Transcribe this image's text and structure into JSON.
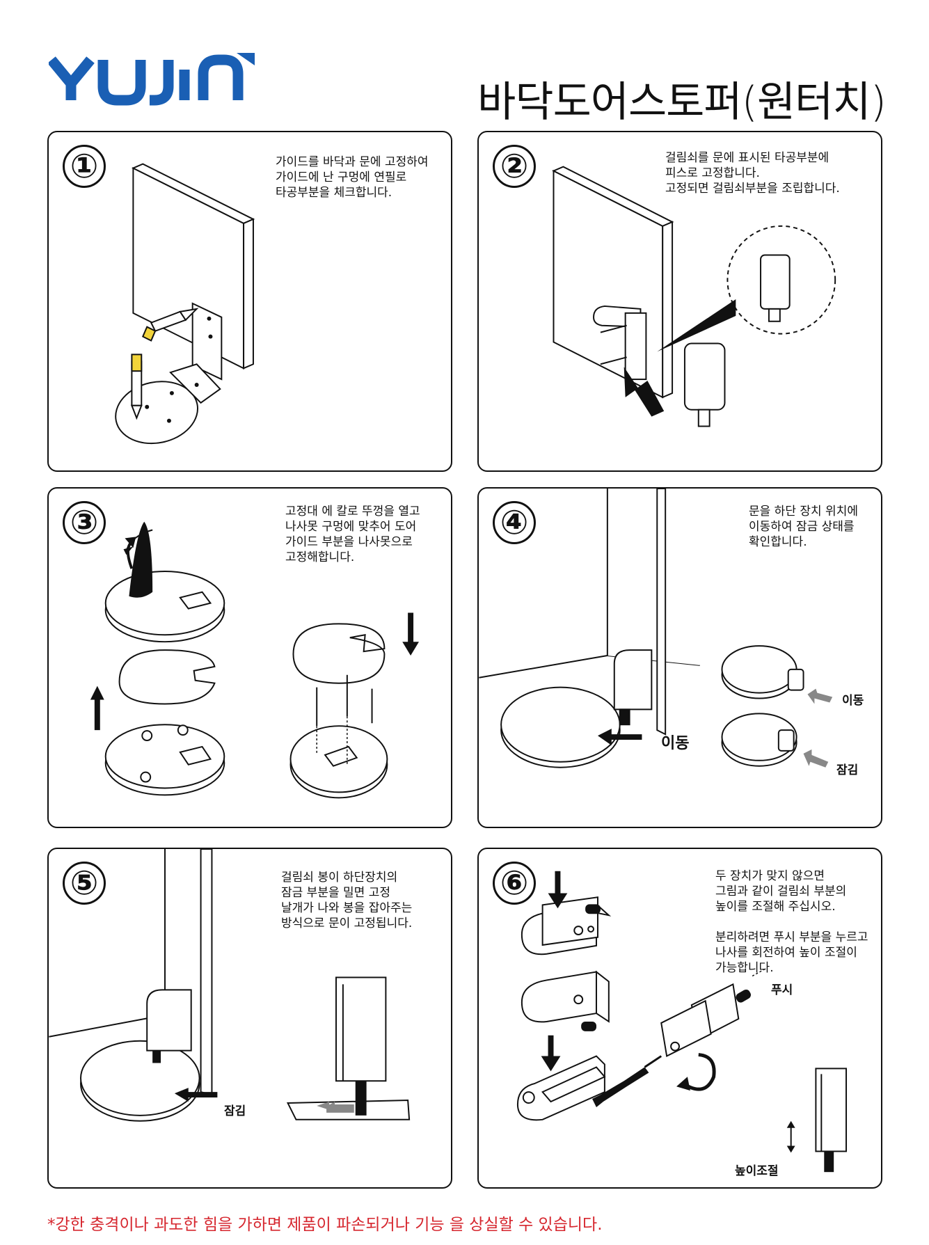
{
  "brand": {
    "logo_text": "YUJIN",
    "logo_color": "#1a5fb4"
  },
  "title": "바닥도어스토퍼(원터치)",
  "steps": [
    {
      "number": "①",
      "description": "가이드를 바닥과 문에 고정하여\n가이드에 난 구멍에 연필로\n타공부분을 체크합니다."
    },
    {
      "number": "②",
      "description": "걸림쇠를 문에 표시된 타공부분에\n피스로 고정합니다.\n고정되면 걸림쇠부분을 조립합니다."
    },
    {
      "number": "③",
      "description": "고정대 에 칼로 뚜껑을 열고\n나사못 구멍에 맞추어 도어\n가이드 부분을 나사못으로\n고정해합니다."
    },
    {
      "number": "④",
      "description": "문을 하단 장치 위치에\n이동하여 잠금 상태를\n확인합니다.",
      "labels": {
        "move_main": "이동",
        "move_small": "이동",
        "lock": "잠김"
      }
    },
    {
      "number": "⑤",
      "description": "걸림쇠 봉이 하단장치의\n잠금 부분을 밀면 고정\n날개가 나와 봉을 잡아주는\n방식으로 문이 고정됩니다.",
      "labels": {
        "lock": "잠김"
      }
    },
    {
      "number": "⑥",
      "description": "두 장치가 맞지 않으면\n그림과 같이 걸림쇠 부분의\n높이를 조절해 주십시오.\n\n분리하려면 푸시 부분을 누르고\n나사를 회전하여 높이 조절이\n가능합니다.",
      "labels": {
        "push": "푸시",
        "height": "높이조절"
      }
    }
  ],
  "warning": "*강한 충격이나 과도한 힘을 가하면 제품이 파손되거나 기능 을 상실할 수 있습니다.",
  "colors": {
    "warning": "#d6262e",
    "pencil": "#f2d43a",
    "brand": "#1a5fb4"
  }
}
